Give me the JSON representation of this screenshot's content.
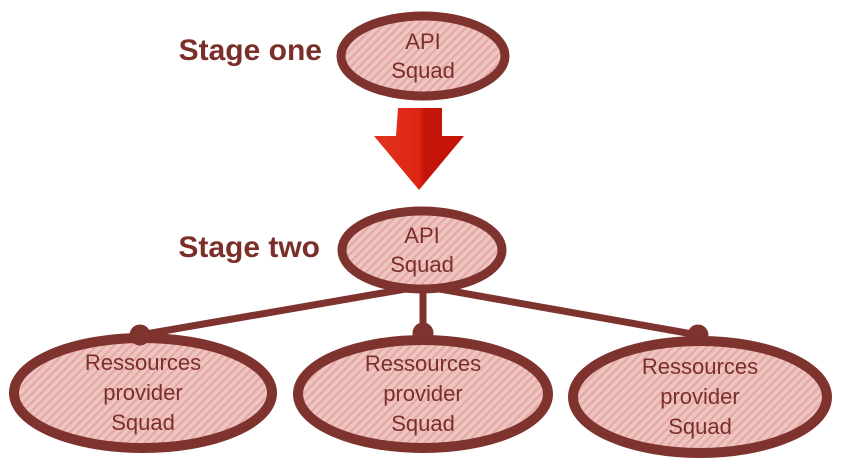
{
  "colors": {
    "outline": "#7e332e",
    "node_fill": "#efc5c2",
    "node_stripe": "#e4a9a5",
    "label_text": "#7b2f2a",
    "arrow_red": "#de2412",
    "arrow_red_light": "#e23420",
    "arrow_red_dark": "#c5140a",
    "background": "#ffffff"
  },
  "stage_one": {
    "label": "Stage one",
    "node": {
      "label": "API\nSquad"
    }
  },
  "stage_two": {
    "label": "Stage two",
    "node": {
      "label": "API\nSquad"
    }
  },
  "providers": [
    {
      "label": "Ressources\nprovider\nSquad"
    },
    {
      "label": "Ressources\nprovider\nSquad"
    },
    {
      "label": "Ressources\nprovider\nSquad"
    }
  ],
  "icons": {
    "down_arrow": "red-down-arrow-icon"
  }
}
